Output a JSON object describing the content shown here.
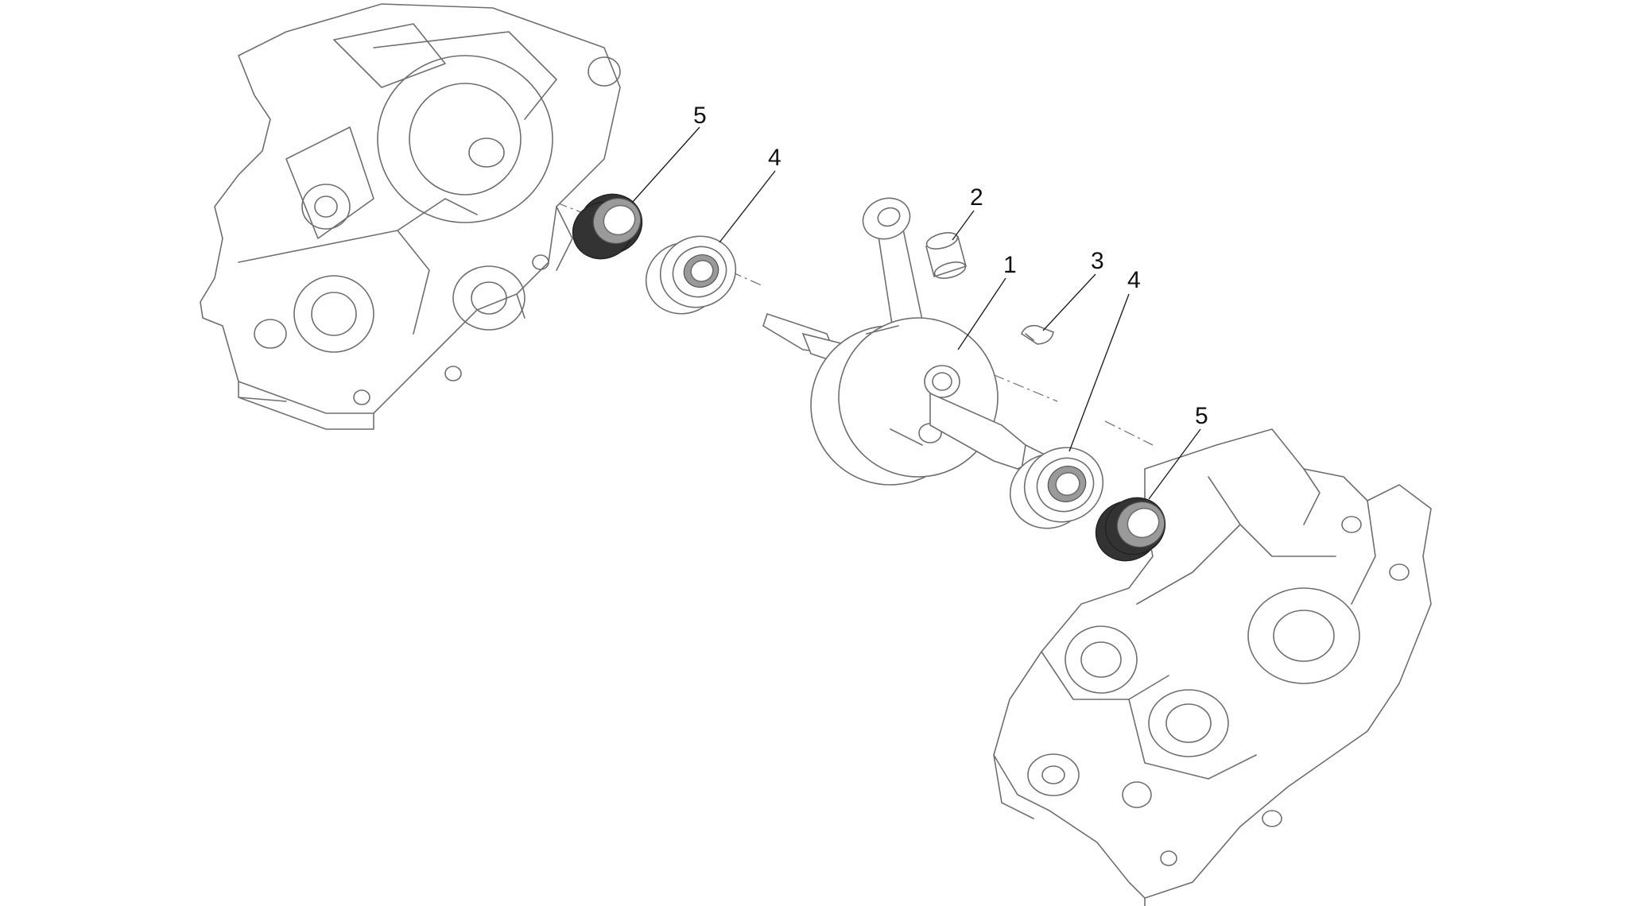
{
  "callouts": [
    {
      "id": "crankshaft",
      "label": "1"
    },
    {
      "id": "needle-bearing",
      "label": "2"
    },
    {
      "id": "woodruff-key",
      "label": "3"
    },
    {
      "id": "main-bearing-left",
      "label": "4"
    },
    {
      "id": "main-bearing-right",
      "label": "4"
    },
    {
      "id": "oil-seal-left",
      "label": "5"
    },
    {
      "id": "oil-seal-right",
      "label": "5"
    }
  ],
  "colors": {
    "line": "#6f6f6f",
    "seal": "#333333",
    "text": "#111111"
  }
}
